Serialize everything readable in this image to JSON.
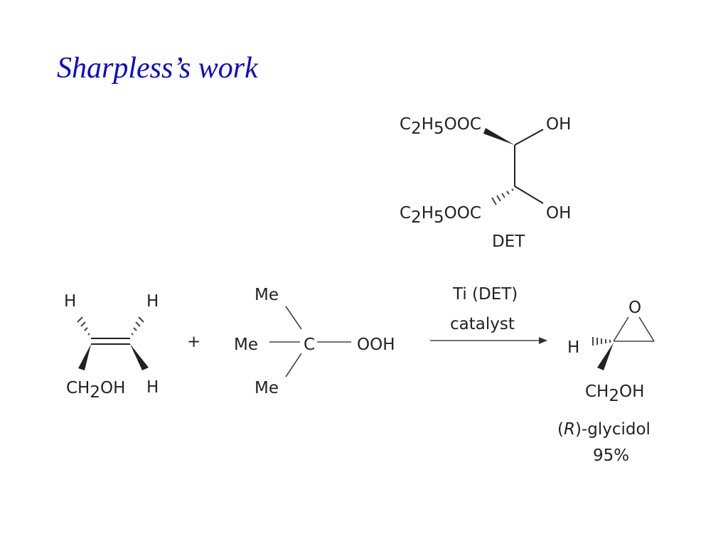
{
  "slide": {
    "title": "Sharpless’s work"
  },
  "det": {
    "top_left_main": "C",
    "top_left_sub1": "2",
    "top_left_mid": "H",
    "top_left_sub2": "5",
    "top_left_end": "OOC",
    "bottom_left_main": "C",
    "bottom_left_sub1": "2",
    "bottom_left_mid": "H",
    "bottom_left_sub2": "5",
    "bottom_left_end": "OOC",
    "top_right": "OH",
    "bottom_right": "OH",
    "label": "DET"
  },
  "allyl_alcohol": {
    "h_top_left": "H",
    "h_top_right": "H",
    "h_bottom_right": "H",
    "ch2oh_main": "CH",
    "ch2oh_sub": "2",
    "ch2oh_end": "OH"
  },
  "plus_sign": "+",
  "tbhp": {
    "me_top": "Me",
    "me_left": "Me",
    "me_bottom": "Me",
    "center_c": "C",
    "ooh": "OOH"
  },
  "arrow": {
    "line1": "Ti (DET)",
    "line2": "catalyst"
  },
  "product": {
    "o_label": "O",
    "h_label": "H",
    "ch2oh_main": "CH",
    "ch2oh_sub": "2",
    "ch2oh_end": "OH",
    "name_open": "(",
    "name_italic": "R",
    "name_close": ")-glycidol",
    "yield": "95%"
  }
}
